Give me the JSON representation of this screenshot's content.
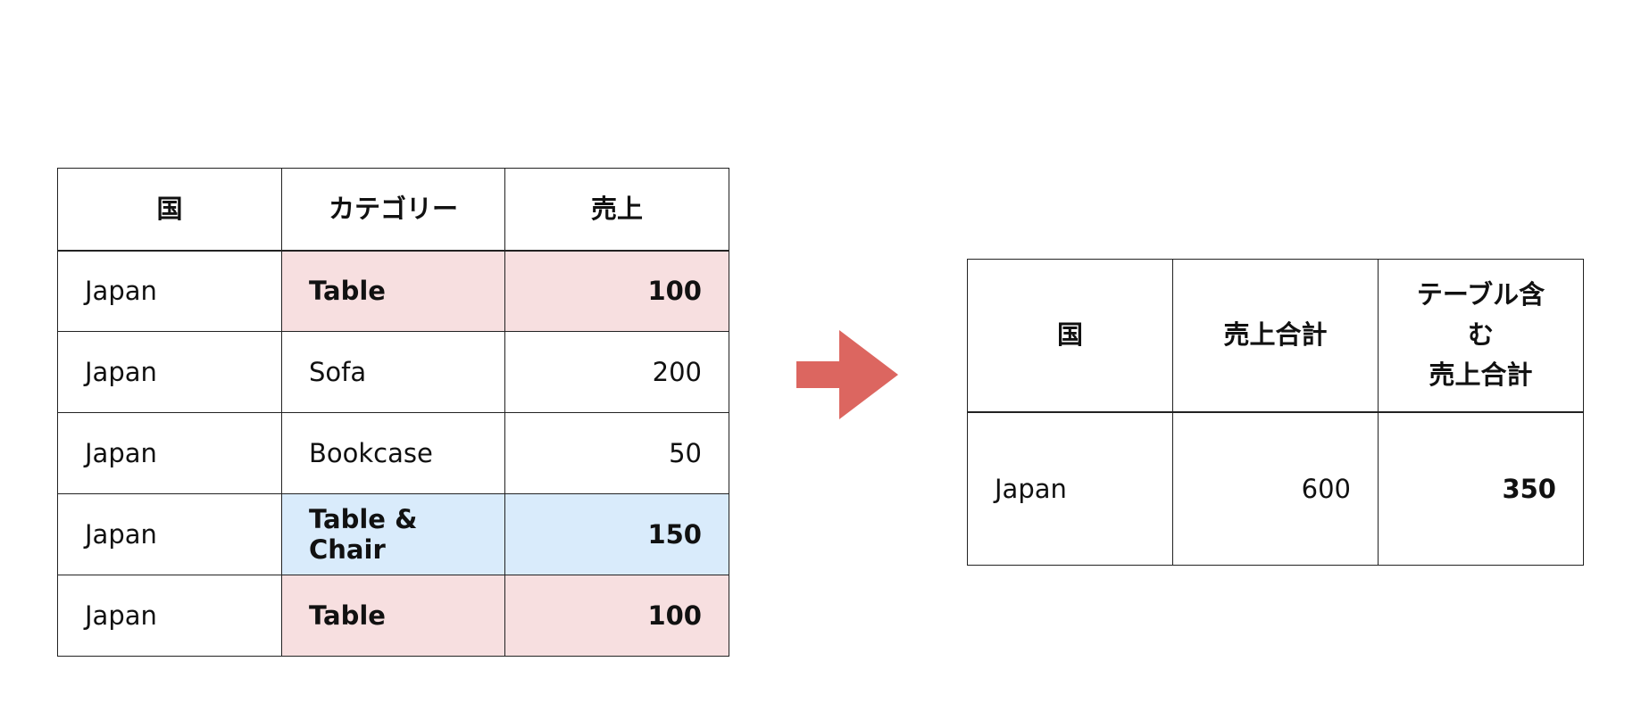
{
  "colors": {
    "table_highlight": "#f7dfe0",
    "table_and_chair_highlight": "#d9ebfb",
    "arrow": "#dc6660"
  },
  "source_table": {
    "headers": [
      "国",
      "カテゴリー",
      "売上"
    ],
    "rows": [
      {
        "country": "Japan",
        "category": "Table",
        "sales": "100",
        "highlight": "pink"
      },
      {
        "country": "Japan",
        "category": "Sofa",
        "sales": "200",
        "highlight": "none"
      },
      {
        "country": "Japan",
        "category": "Bookcase",
        "sales": "50",
        "highlight": "none"
      },
      {
        "country": "Japan",
        "category": "Table & Chair",
        "sales": "150",
        "highlight": "blue"
      },
      {
        "country": "Japan",
        "category": "Table",
        "sales": "100",
        "highlight": "pink"
      }
    ]
  },
  "arrow": {
    "icon": "right-arrow-icon"
  },
  "result_table": {
    "headers": [
      "国",
      "売上合計",
      "テーブル含む\n売上合計"
    ],
    "header_lines": [
      "テーブル含む",
      "売上合計"
    ],
    "rows": [
      {
        "country": "Japan",
        "total_sales": "600",
        "table_sales": "350"
      }
    ]
  }
}
